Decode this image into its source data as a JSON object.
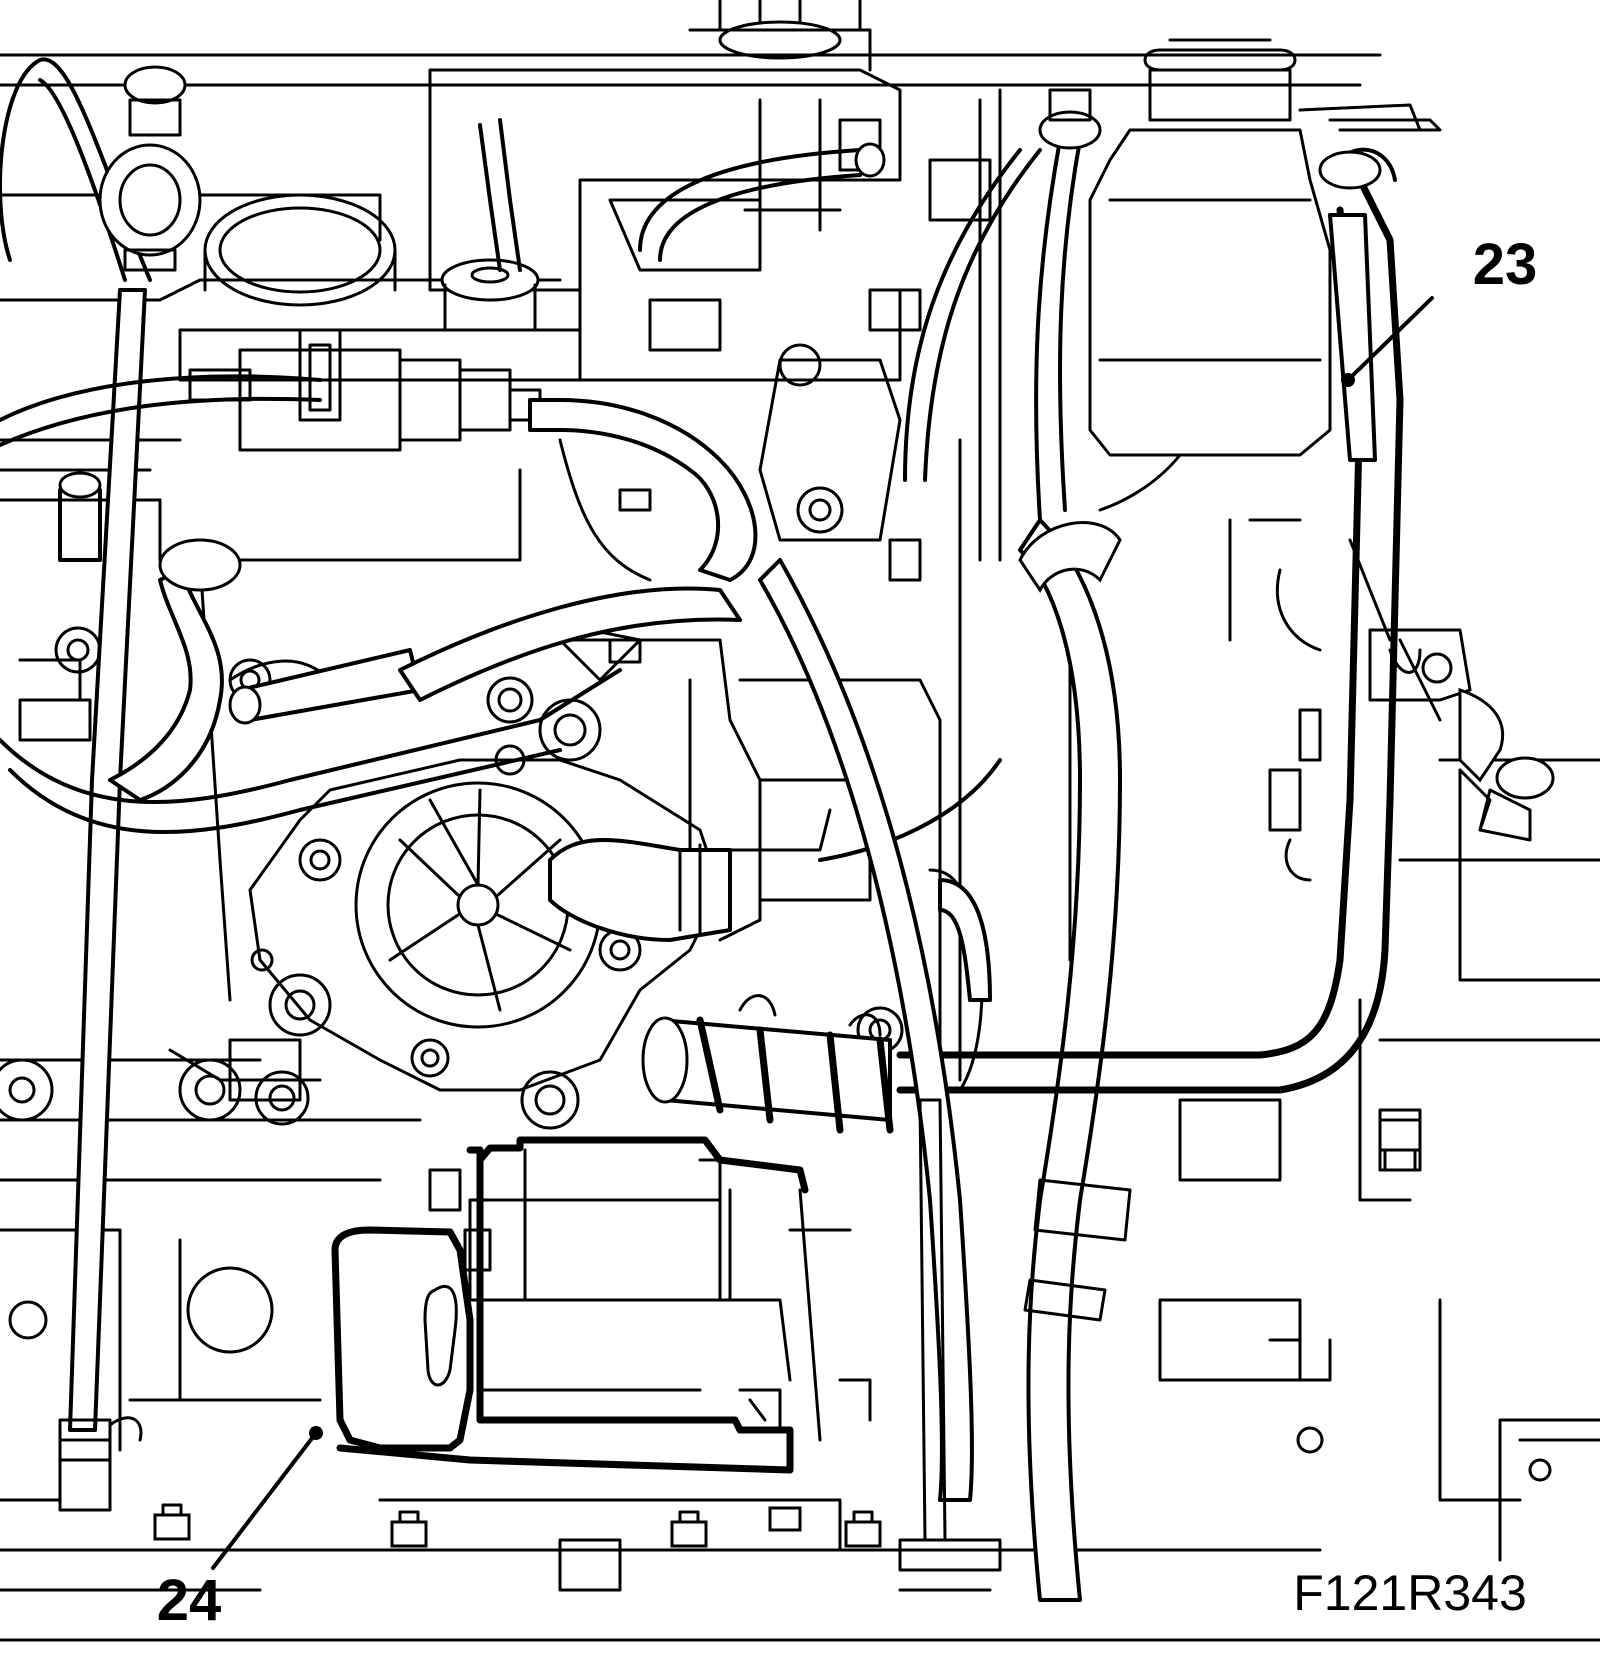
{
  "callouts": [
    {
      "id": "23",
      "label": "23"
    },
    {
      "id": "24",
      "label": "24"
    }
  ],
  "figure_ref": "F121R343",
  "colors": {
    "line": "#000000",
    "background": "#ffffff"
  }
}
